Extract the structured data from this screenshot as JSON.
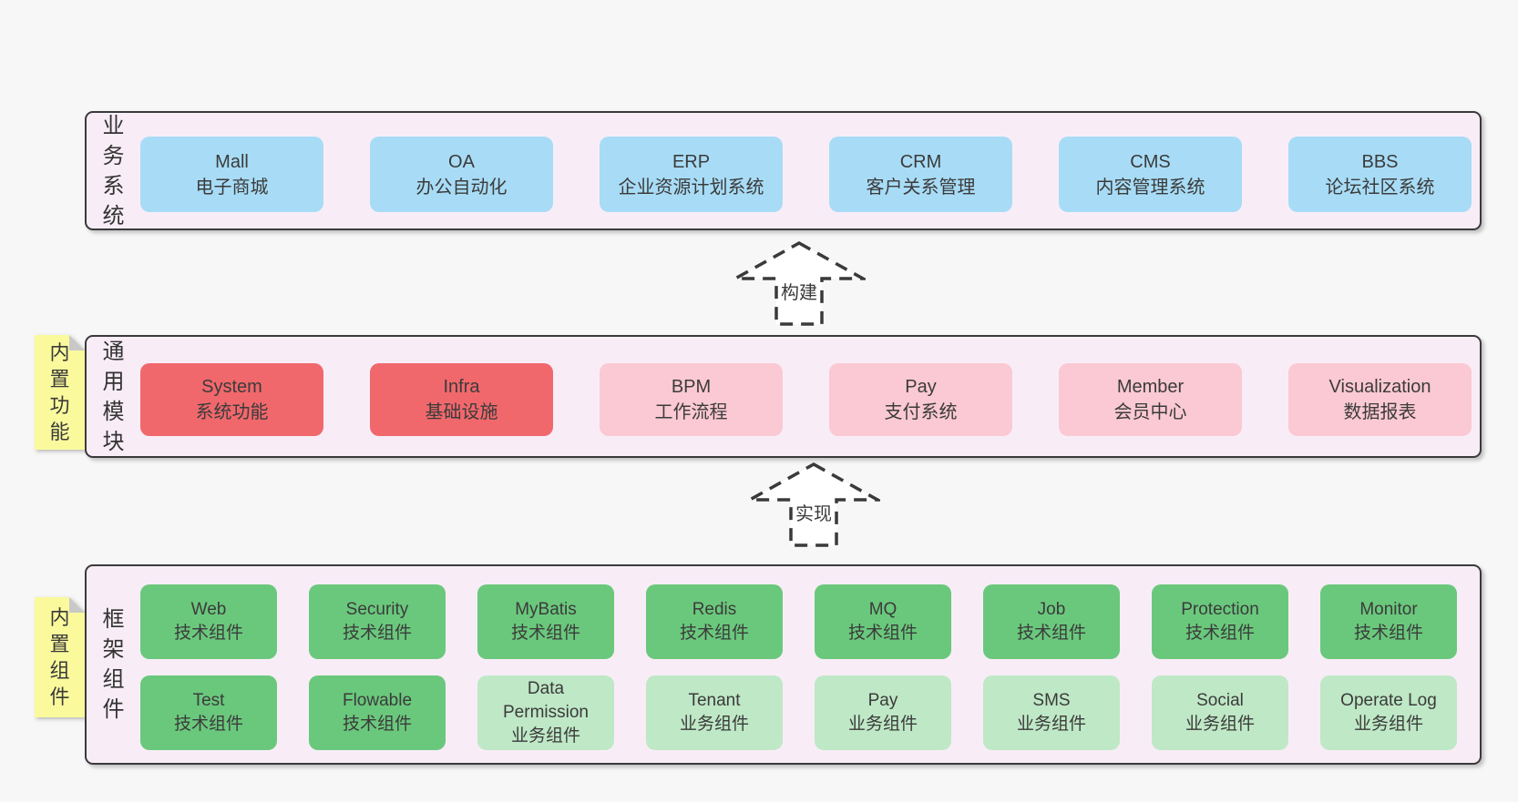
{
  "colors": {
    "page_bg": "#f7f7f7",
    "panel_bg": "#f8edf7",
    "panel_border": "#3a3a3a",
    "blue": "#a8dcf6",
    "red": "#f1686c",
    "pink": "#fbc9d3",
    "green": "#6ac87c",
    "light_green": "#bfe8c6",
    "sticky_yellow": "#fafa9d",
    "sticky_fold": "#c8c8c8",
    "text": "#3b3b3b"
  },
  "sections": [
    {
      "label": "业务系统",
      "boxes": [
        {
          "title": "Mall",
          "subtitle": "电子商城",
          "color": "blue"
        },
        {
          "title": "OA",
          "subtitle": "办公自动化",
          "color": "blue"
        },
        {
          "title": "ERP",
          "subtitle": "企业资源计划系统",
          "color": "blue"
        },
        {
          "title": "CRM",
          "subtitle": "客户关系管理",
          "color": "blue"
        },
        {
          "title": "CMS",
          "subtitle": "内容管理系统",
          "color": "blue"
        },
        {
          "title": "BBS",
          "subtitle": "论坛社区系统",
          "color": "blue"
        }
      ]
    },
    {
      "label": "通用模块",
      "sticky": "内置功能",
      "boxes": [
        {
          "title": "System",
          "subtitle": "系统功能",
          "color": "red"
        },
        {
          "title": "Infra",
          "subtitle": "基础设施",
          "color": "red"
        },
        {
          "title": "BPM",
          "subtitle": "工作流程",
          "color": "pink"
        },
        {
          "title": "Pay",
          "subtitle": "支付系统",
          "color": "pink"
        },
        {
          "title": "Member",
          "subtitle": "会员中心",
          "color": "pink"
        },
        {
          "title": "Visualization",
          "subtitle": "数据报表",
          "color": "pink"
        }
      ]
    },
    {
      "label": "框架组件",
      "sticky": "内置组件",
      "rows": [
        [
          {
            "title": "Web",
            "subtitle": "技术组件",
            "color": "green"
          },
          {
            "title": "Security",
            "subtitle": "技术组件",
            "color": "green"
          },
          {
            "title": "MyBatis",
            "subtitle": "技术组件",
            "color": "green"
          },
          {
            "title": "Redis",
            "subtitle": "技术组件",
            "color": "green"
          },
          {
            "title": "MQ",
            "subtitle": "技术组件",
            "color": "green"
          },
          {
            "title": "Job",
            "subtitle": "技术组件",
            "color": "green"
          },
          {
            "title": "Protection",
            "subtitle": "技术组件",
            "color": "green"
          },
          {
            "title": "Monitor",
            "subtitle": "技术组件",
            "color": "green"
          }
        ],
        [
          {
            "title": "Test",
            "subtitle": "技术组件",
            "color": "green"
          },
          {
            "title": "Flowable",
            "subtitle": "技术组件",
            "color": "green"
          },
          {
            "title": "Data Permission",
            "subtitle": "业务组件",
            "color": "light_green"
          },
          {
            "title": "Tenant",
            "subtitle": "业务组件",
            "color": "light_green"
          },
          {
            "title": "Pay",
            "subtitle": "业务组件",
            "color": "light_green"
          },
          {
            "title": "SMS",
            "subtitle": "业务组件",
            "color": "light_green"
          },
          {
            "title": "Social",
            "subtitle": "业务组件",
            "color": "light_green"
          },
          {
            "title": "Operate Log",
            "subtitle": "业务组件",
            "color": "light_green"
          }
        ]
      ]
    }
  ],
  "arrows": [
    {
      "label": "构建"
    },
    {
      "label": "实现"
    }
  ]
}
